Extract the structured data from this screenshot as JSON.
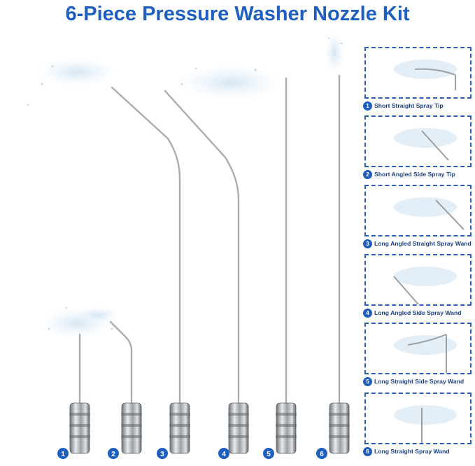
{
  "title": "6-Piece Pressure Washer Nozzle Kit",
  "numbers": [
    "1",
    "2",
    "3",
    "4",
    "5",
    "6"
  ],
  "panels": [
    {
      "num": "1",
      "label": "Short Straight Spray Tip"
    },
    {
      "num": "2",
      "label": "Short Angled Side Spray Tip"
    },
    {
      "num": "3",
      "label": "Long Angled Straight Spray Wand"
    },
    {
      "num": "4",
      "label": "Long Angled Side Spray Wand"
    },
    {
      "num": "5",
      "label": "Long Straight Side Spray Wand"
    },
    {
      "num": "6",
      "label": "Long Straight Spray Wand"
    }
  ],
  "colors": {
    "accent": "#1f5fbf",
    "border": "#2a5fb5",
    "steel": "#b9bcc0"
  }
}
